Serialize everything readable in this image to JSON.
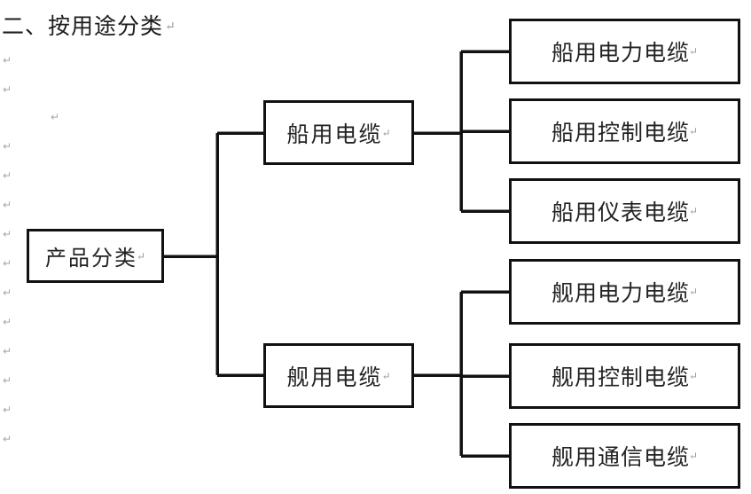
{
  "document": {
    "heading": "二、按用途分类",
    "pilcrow_glyph": "↵",
    "margin_mark_glyph": "↵"
  },
  "diagram": {
    "type": "tree",
    "orientation": "left-to-right",
    "root": {
      "id": "root",
      "label": "产品分类"
    },
    "branches": [
      {
        "id": "marine-cable",
        "label": "船用电缆",
        "children": [
          {
            "id": "marine-power-cable",
            "label": "船用电力电缆"
          },
          {
            "id": "marine-control-cable",
            "label": "船用控制电缆"
          },
          {
            "id": "marine-instrument-cable",
            "label": "船用仪表电缆"
          }
        ]
      },
      {
        "id": "naval-cable",
        "label": "舰用电缆",
        "children": [
          {
            "id": "naval-power-cable",
            "label": "舰用电力电缆"
          },
          {
            "id": "naval-control-cable",
            "label": "舰用控制电缆"
          },
          {
            "id": "naval-comm-cable",
            "label": "舰用通信电缆"
          }
        ]
      }
    ]
  },
  "colors": {
    "background": "#ffffff",
    "box_border": "#111111",
    "connector": "#111111",
    "text": "#222222",
    "margin_mark": "#a7a7a7"
  }
}
